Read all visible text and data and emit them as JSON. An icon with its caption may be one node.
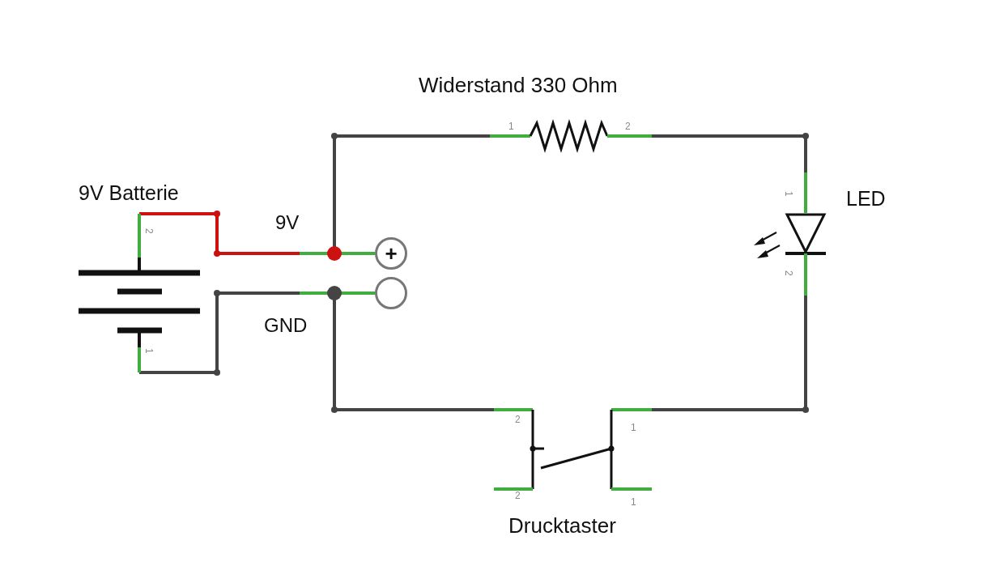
{
  "diagram": {
    "nodes": [
      {
        "text": [],
        "shape": "picture",
        "beside": [
          "9V Batterie"
        ]
      },
      {
        "text": [],
        "shape": "picture",
        "beside": [
          "Widerstand 330 Ohm"
        ]
      },
      {
        "text": [],
        "shape": "picture",
        "beside": [
          "LED"
        ]
      },
      {
        "text": [],
        "shape": "picture",
        "beside": [
          "Drucktaster"
        ]
      },
      {
        "text": [
          "+"
        ]
      },
      {
        "text": [],
        "shape": "circle"
      }
    ],
    "edges": [
      {
        "from": 0,
        "to": 4,
        "arrow": "none",
        "color": "#cc1111"
      },
      {
        "from": 0,
        "to": 5,
        "arrow": "none"
      },
      {
        "from": 4,
        "to": 1,
        "arrow": "none"
      },
      {
        "from": 1,
        "to": 2,
        "arrow": "none"
      },
      {
        "from": 2,
        "to": 3,
        "arrow": "none"
      },
      {
        "from": 3,
        "to": 5,
        "arrow": "none"
      }
    ],
    "labels": [
      "1",
      "2",
      "2",
      "9V",
      "1",
      "GND",
      "1",
      "2",
      "2",
      "1",
      "2",
      "1"
    ]
  }
}
